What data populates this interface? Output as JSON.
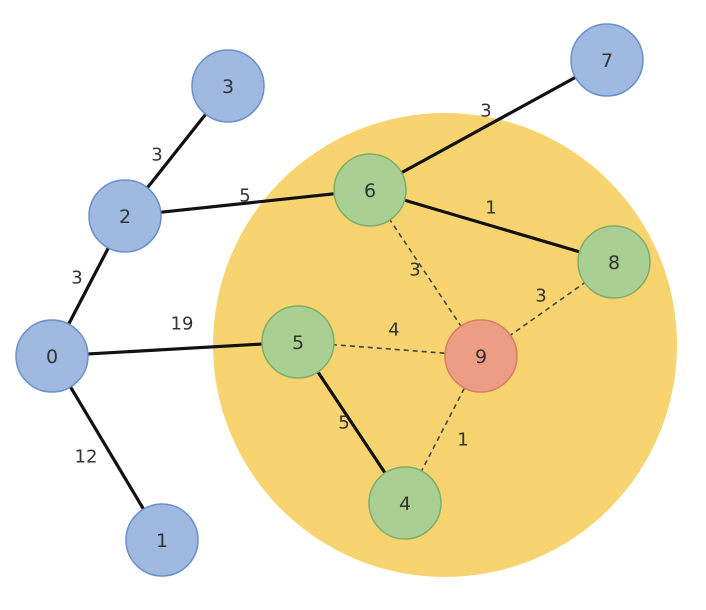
{
  "colors": {
    "background": "#ffffff",
    "region_fill": "#f7d46f",
    "blue_node_fill": "#9fb9e0",
    "blue_node_stroke": "#6a8fc9",
    "green_node_fill": "#a9cf92",
    "green_node_stroke": "#7fae69",
    "red_node_fill": "#ee9d85",
    "red_node_stroke": "#d97d64",
    "solid_edge": "#111111",
    "dashed_edge": "#444444"
  },
  "nodes": [
    {
      "id": "0",
      "label": "0",
      "group": "blue"
    },
    {
      "id": "1",
      "label": "1",
      "group": "blue"
    },
    {
      "id": "2",
      "label": "2",
      "group": "blue"
    },
    {
      "id": "3",
      "label": "3",
      "group": "blue"
    },
    {
      "id": "4",
      "label": "4",
      "group": "green"
    },
    {
      "id": "5",
      "label": "5",
      "group": "green"
    },
    {
      "id": "6",
      "label": "6",
      "group": "green"
    },
    {
      "id": "7",
      "label": "7",
      "group": "blue"
    },
    {
      "id": "8",
      "label": "8",
      "group": "green"
    },
    {
      "id": "9",
      "label": "9",
      "group": "red"
    }
  ],
  "edges": [
    {
      "from": "2",
      "to": "3",
      "weight": "3",
      "style": "solid"
    },
    {
      "from": "0",
      "to": "2",
      "weight": "3",
      "style": "solid"
    },
    {
      "from": "2",
      "to": "6",
      "weight": "5",
      "style": "solid"
    },
    {
      "from": "0",
      "to": "5",
      "weight": "19",
      "style": "solid"
    },
    {
      "from": "0",
      "to": "1",
      "weight": "12",
      "style": "solid"
    },
    {
      "from": "6",
      "to": "7",
      "weight": "3",
      "style": "solid"
    },
    {
      "from": "6",
      "to": "8",
      "weight": "1",
      "style": "solid"
    },
    {
      "from": "5",
      "to": "4",
      "weight": "5",
      "style": "solid"
    },
    {
      "from": "6",
      "to": "9",
      "weight": "3",
      "style": "dashed"
    },
    {
      "from": "5",
      "to": "9",
      "weight": "4",
      "style": "dashed"
    },
    {
      "from": "8",
      "to": "9",
      "weight": "3",
      "style": "dashed"
    },
    {
      "from": "4",
      "to": "9",
      "weight": "1",
      "style": "dashed"
    }
  ]
}
